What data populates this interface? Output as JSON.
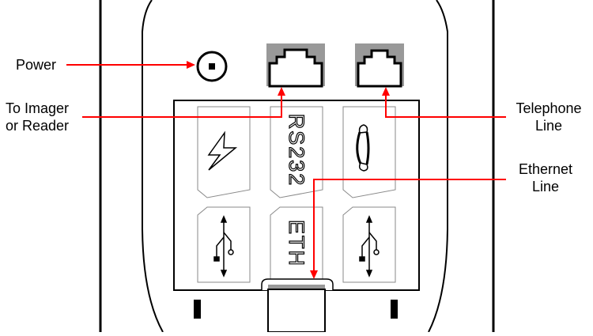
{
  "callouts": {
    "power": "Power",
    "imager_line1": "To Imager",
    "imager_line2": "or Reader",
    "telephone_line1": "Telephone",
    "telephone_line2": "Line",
    "ethernet_line1": "Ethernet",
    "ethernet_line2": "Line"
  },
  "panel_labels": {
    "rs232": "RS232",
    "eth": "ETH"
  },
  "icons": {
    "power": "power-port-icon",
    "lightning": "lightning-bolt-icon",
    "handset": "telephone-handset-icon",
    "usb": "usb-icon",
    "modular_jack": "modular-jack-icon"
  },
  "colors": {
    "line_red": "#ff0000",
    "outline": "#000000",
    "panel_gray": "#808080",
    "jack_gray": "#999999"
  }
}
